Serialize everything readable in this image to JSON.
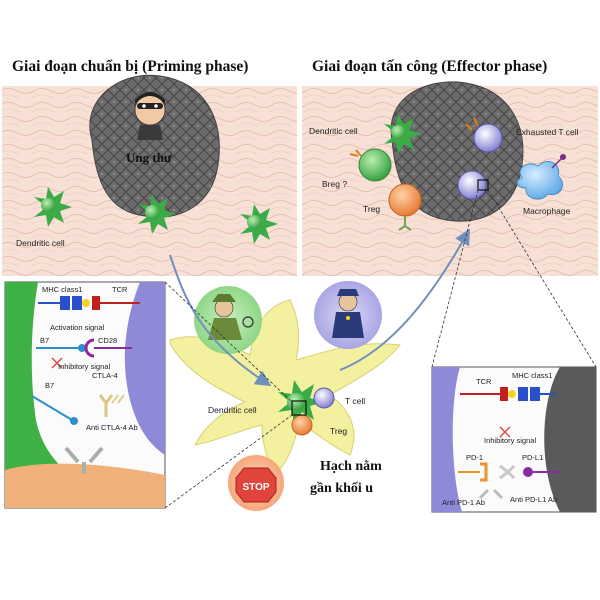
{
  "headings": {
    "priming": "Giai đoạn chuẩn bị (Priming phase)",
    "effector": "Giai đoạn tấn công (Effector phase)"
  },
  "priming_panel": {
    "tumor_label": "Ung thư",
    "dendritic_label": "Dendritic cell"
  },
  "effector_panel": {
    "dendritic_label": "Dendritic cell",
    "exhausted_label": "Exhausted T cell",
    "breg_label": "Breg ?",
    "treg_label": "Treg",
    "macrophage_label": "Macrophage"
  },
  "left_inset": {
    "mhc": "MHC class1",
    "tcr": "TCR",
    "activation": "Activation signal",
    "b7_top": "B7",
    "cd28": "CD28",
    "inhibitory": "Inhibitory signal",
    "ctla4": "CTLA-4",
    "b7_bottom": "B7",
    "anti_ctla4": "Anti CTLA-4 Ab"
  },
  "lymph_node": {
    "dendritic_label": "Dendritic cell",
    "tcell_label": "T cell",
    "treg_label": "Treg",
    "caption_line1": "Hạch nằm",
    "caption_line2": "gần khối u",
    "stop_sign": "STOP"
  },
  "right_inset": {
    "tcr": "TCR",
    "mhc": "MHC class1",
    "inhibitory": "Inhibitory signal",
    "pd1": "PD-1",
    "pdl1": "PD-L1",
    "anti_pd1": "Anti PD-1 Ab",
    "anti_pdl1": "Anti PD-L1 Ab"
  },
  "colors": {
    "tissue_pink": "#f6dcd2",
    "tissue_line": "#e6b8a8",
    "tumor_gray": "#6d6d6d",
    "dendritic_green": "#3fb24a",
    "tcell_purple": "#8a86d8",
    "treg_orange": "#ef8a3c",
    "lymph_yellow": "#f3f0a0",
    "arrow_blue": "#7a9bc4",
    "stop_red": "#e0443a"
  }
}
